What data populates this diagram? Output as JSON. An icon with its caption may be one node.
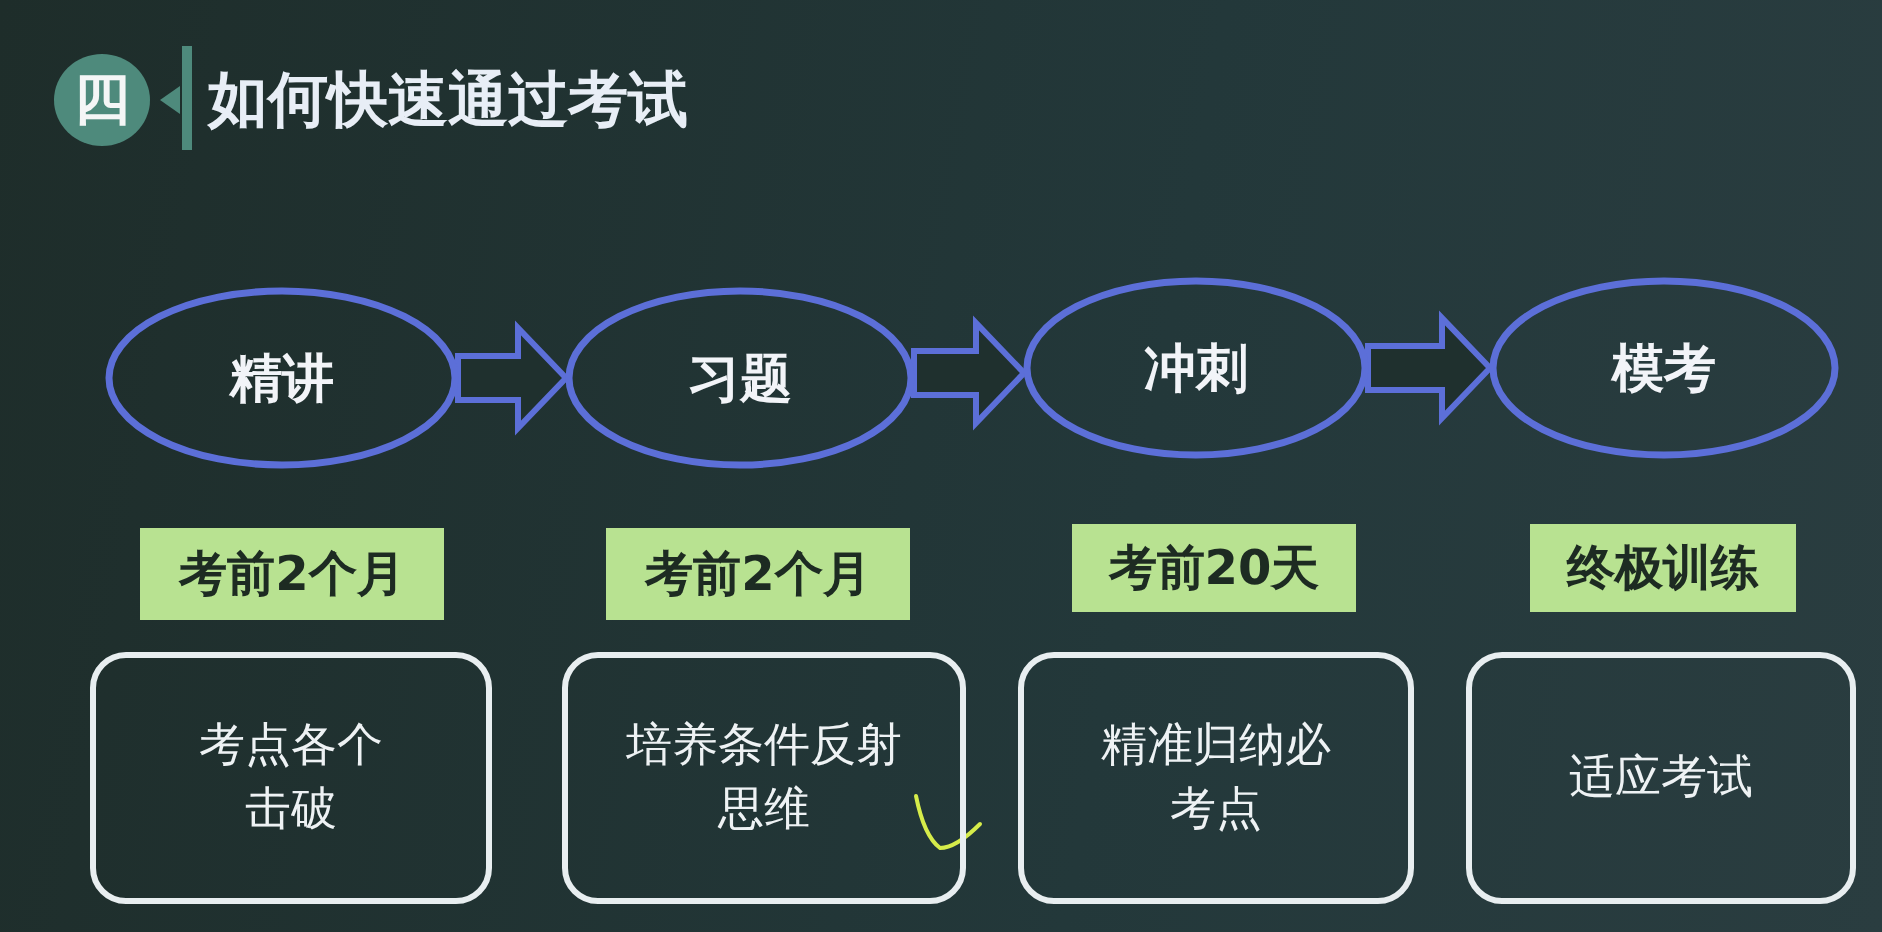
{
  "diagram": {
    "title": "如何快速通过考试",
    "nodes": [
      {
        "text": [
          "精讲"
        ]
      },
      {
        "text": [
          "习题"
        ]
      },
      {
        "text": [
          "冲刺"
        ]
      },
      {
        "text": [
          "模考"
        ]
      },
      {
        "text": [
          "考前2个月"
        ]
      },
      {
        "text": [
          "考前2个月"
        ]
      },
      {
        "text": [
          "考前20天"
        ]
      },
      {
        "text": [
          "终极训练"
        ]
      },
      {
        "text": [
          "考点各个击破"
        ]
      },
      {
        "text": [
          "培养条件反射思维"
        ]
      },
      {
        "text": [
          "精准归纳必考点"
        ]
      },
      {
        "text": [
          "适应考试"
        ]
      }
    ],
    "edges": [
      {
        "from": 0,
        "to": 1,
        "arrow": "to"
      },
      {
        "from": 1,
        "to": 2,
        "arrow": "to"
      },
      {
        "from": 2,
        "to": 3,
        "arrow": "to"
      }
    ],
    "labels": [
      "四"
    ]
  }
}
